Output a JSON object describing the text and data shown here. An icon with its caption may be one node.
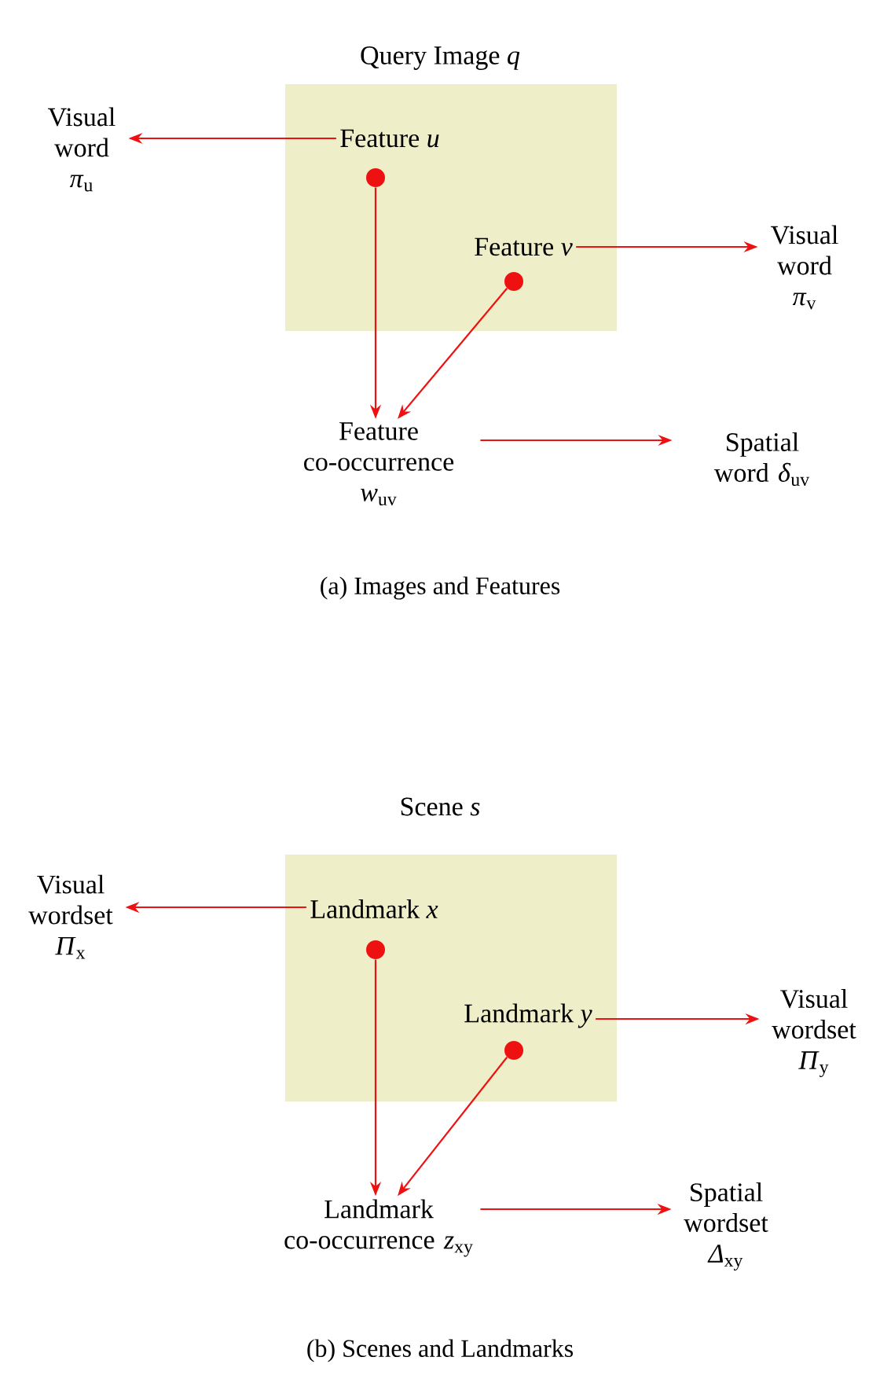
{
  "diagram": {
    "nodes": [
      {
        "text": [
          "Query Image *q*"
        ]
      },
      {
        "text": [
          "Feature *u*"
        ],
        "in": 0
      },
      {
        "text": [],
        "shape": "circle",
        "in": 0
      },
      {
        "text": [
          "Feature *v*"
        ],
        "in": 0
      },
      {
        "text": [],
        "shape": "circle",
        "in": 0
      },
      {
        "text": [
          "Visual word *π*$_{u}$"
        ]
      },
      {
        "text": [
          "Visual word *π*$_{v}$"
        ]
      },
      {
        "text": [
          "Feature co-occurrence *w*$_{uv}$"
        ]
      },
      {
        "text": [
          "Spatial word *δ*$_{uv}$"
        ]
      },
      {
        "text": [
          "Scene *s*"
        ]
      },
      {
        "text": [
          "Landmark *x*"
        ],
        "in": 9
      },
      {
        "text": [],
        "shape": "circle",
        "in": 9
      },
      {
        "text": [
          "Landmark *y*"
        ],
        "in": 9
      },
      {
        "text": [],
        "shape": "circle",
        "in": 9
      },
      {
        "text": [
          "Visual wordset *Π*$_{x}$"
        ]
      },
      {
        "text": [
          "Visual wordset *Π*$_{y}$"
        ]
      },
      {
        "text": [
          "Landmark co-occurrence *z*$_{xy}$"
        ]
      },
      {
        "text": [
          "Spatial wordset *Δ*$_{xy}$"
        ]
      }
    ],
    "edges": [
      {
        "from": 1,
        "to": 5,
        "arrow": "to"
      },
      {
        "from": 3,
        "to": 6,
        "arrow": "to"
      },
      {
        "from": 2,
        "to": 7,
        "arrow": "to"
      },
      {
        "from": 4,
        "to": 7,
        "arrow": "to"
      },
      {
        "from": 7,
        "to": 8,
        "arrow": "to"
      },
      {
        "from": 10,
        "to": 14,
        "arrow": "to"
      },
      {
        "from": 12,
        "to": 15,
        "arrow": "to"
      },
      {
        "from": 11,
        "to": 16,
        "arrow": "to"
      },
      {
        "from": 13,
        "to": 16,
        "arrow": "to"
      },
      {
        "from": 16,
        "to": 17,
        "arrow": "to"
      }
    ],
    "labels": [
      "(a) Images and Features",
      "(b) Scenes and Landmarks"
    ]
  }
}
